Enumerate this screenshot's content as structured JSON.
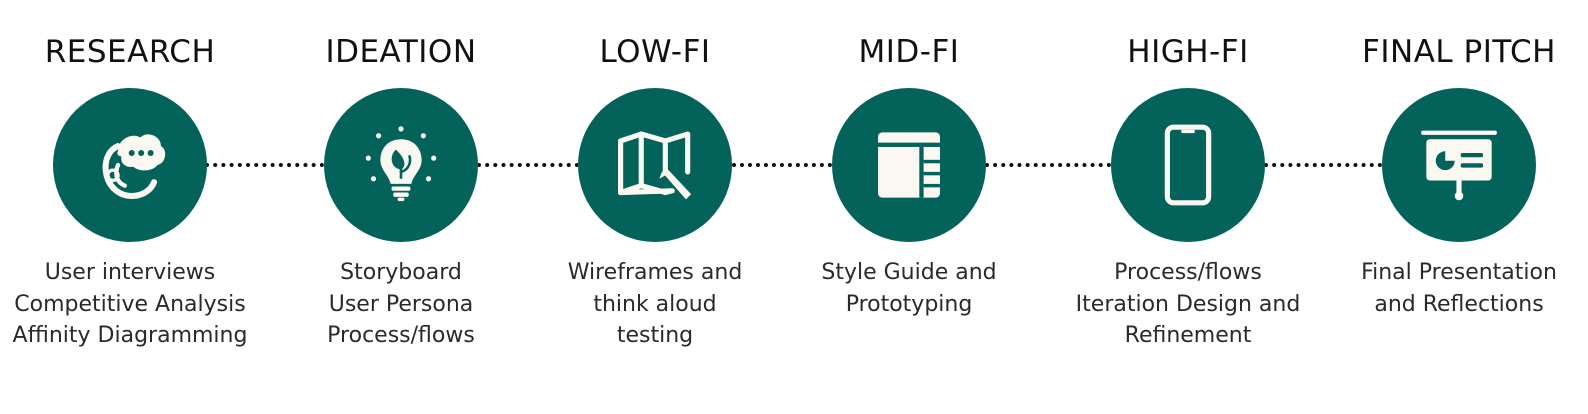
{
  "colors": {
    "circle": "#03635b",
    "icon": "#fbf7f1",
    "connector": "#111111",
    "title": "#111111",
    "text": "#2a2a2a"
  },
  "stages": [
    {
      "title": "RESEARCH",
      "icon": "user-chat-bubble-icon",
      "description": "User interviews\nCompetitive Analysis\nAffinity Diagramming"
    },
    {
      "title": "IDEATION",
      "icon": "lightbulb-leaf-icon",
      "description": "Storyboard\nUser Persona\nProcess/flows"
    },
    {
      "title": "LOW-FI",
      "icon": "map-pencil-icon",
      "description": "Wireframes and\nthink aloud\ntesting"
    },
    {
      "title": "MID-FI",
      "icon": "layout-grid-icon",
      "description": "Style Guide and\nPrototyping"
    },
    {
      "title": "HIGH-FI",
      "icon": "smartphone-icon",
      "description": "Process/flows\nIteration Design and\nRefinement"
    },
    {
      "title": "FINAL PITCH",
      "icon": "presentation-board-icon",
      "description": "Final Presentation\nand Reflections"
    }
  ]
}
